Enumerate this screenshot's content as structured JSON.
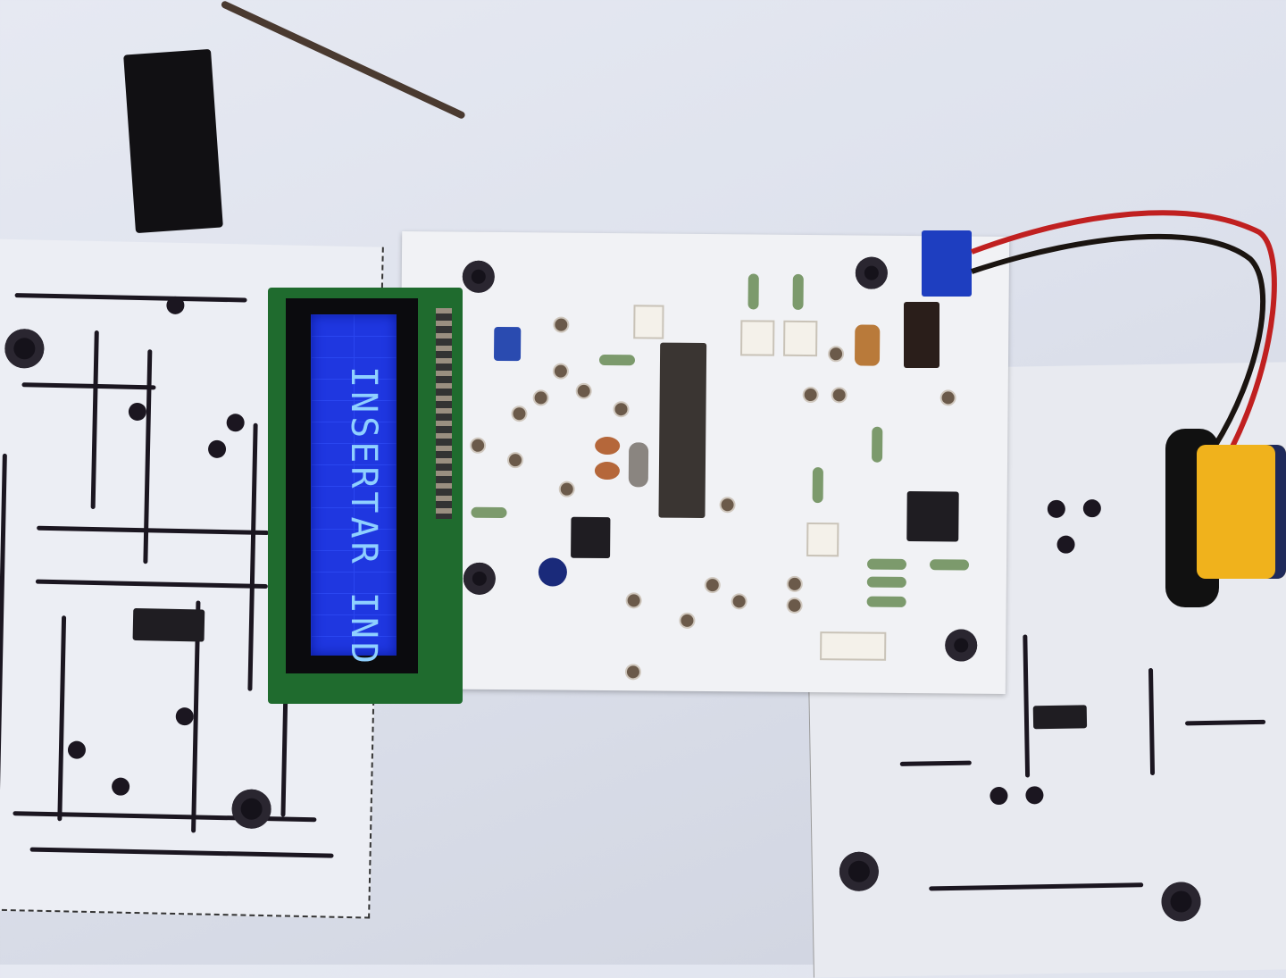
{
  "scene": {
    "description": "Photograph of a homemade electronics prototype on a printed PCB layout sheet",
    "lcd": {
      "type": "16x2 character LCD, blue backlight",
      "text_line_1": "INSERTAR IND",
      "text_line_2": "",
      "backlight_color": "#1f37e0",
      "text_color": "#8fd0ff"
    },
    "objects": [
      {
        "name": "black antistatic foam block",
        "color": "#111013"
      },
      {
        "name": "metal probe / awl",
        "color": "#4a3a30"
      },
      {
        "name": "printed PCB layout sheet (left)",
        "color": "#eceef4"
      },
      {
        "name": "white PCB with components",
        "color": "#f1f2f5"
      },
      {
        "name": "printed PCB layout sheet (right)",
        "color": "#e8eaf0"
      },
      {
        "name": "blue 2-pin screw terminal block",
        "color": "#1e3ec0"
      },
      {
        "name": "voltage regulator (TO-220)",
        "color": "#2a1e1a"
      },
      {
        "name": "DIP-28 microcontroller in socket",
        "color": "#1f1d22"
      },
      {
        "name": "SMD/QFN IC",
        "color": "#1f1d22"
      },
      {
        "name": "DIP-8 IC",
        "color": "#1f1d22"
      },
      {
        "name": "crystal oscillator",
        "color": "#8a8580"
      },
      {
        "name": "trimmer potentiometer (blue)",
        "color": "#2a4bb0"
      },
      {
        "name": "9V battery (yellow) with clip",
        "color": "#f0b21c"
      },
      {
        "name": "red and black power wires",
        "color": "#c02020"
      }
    ]
  }
}
